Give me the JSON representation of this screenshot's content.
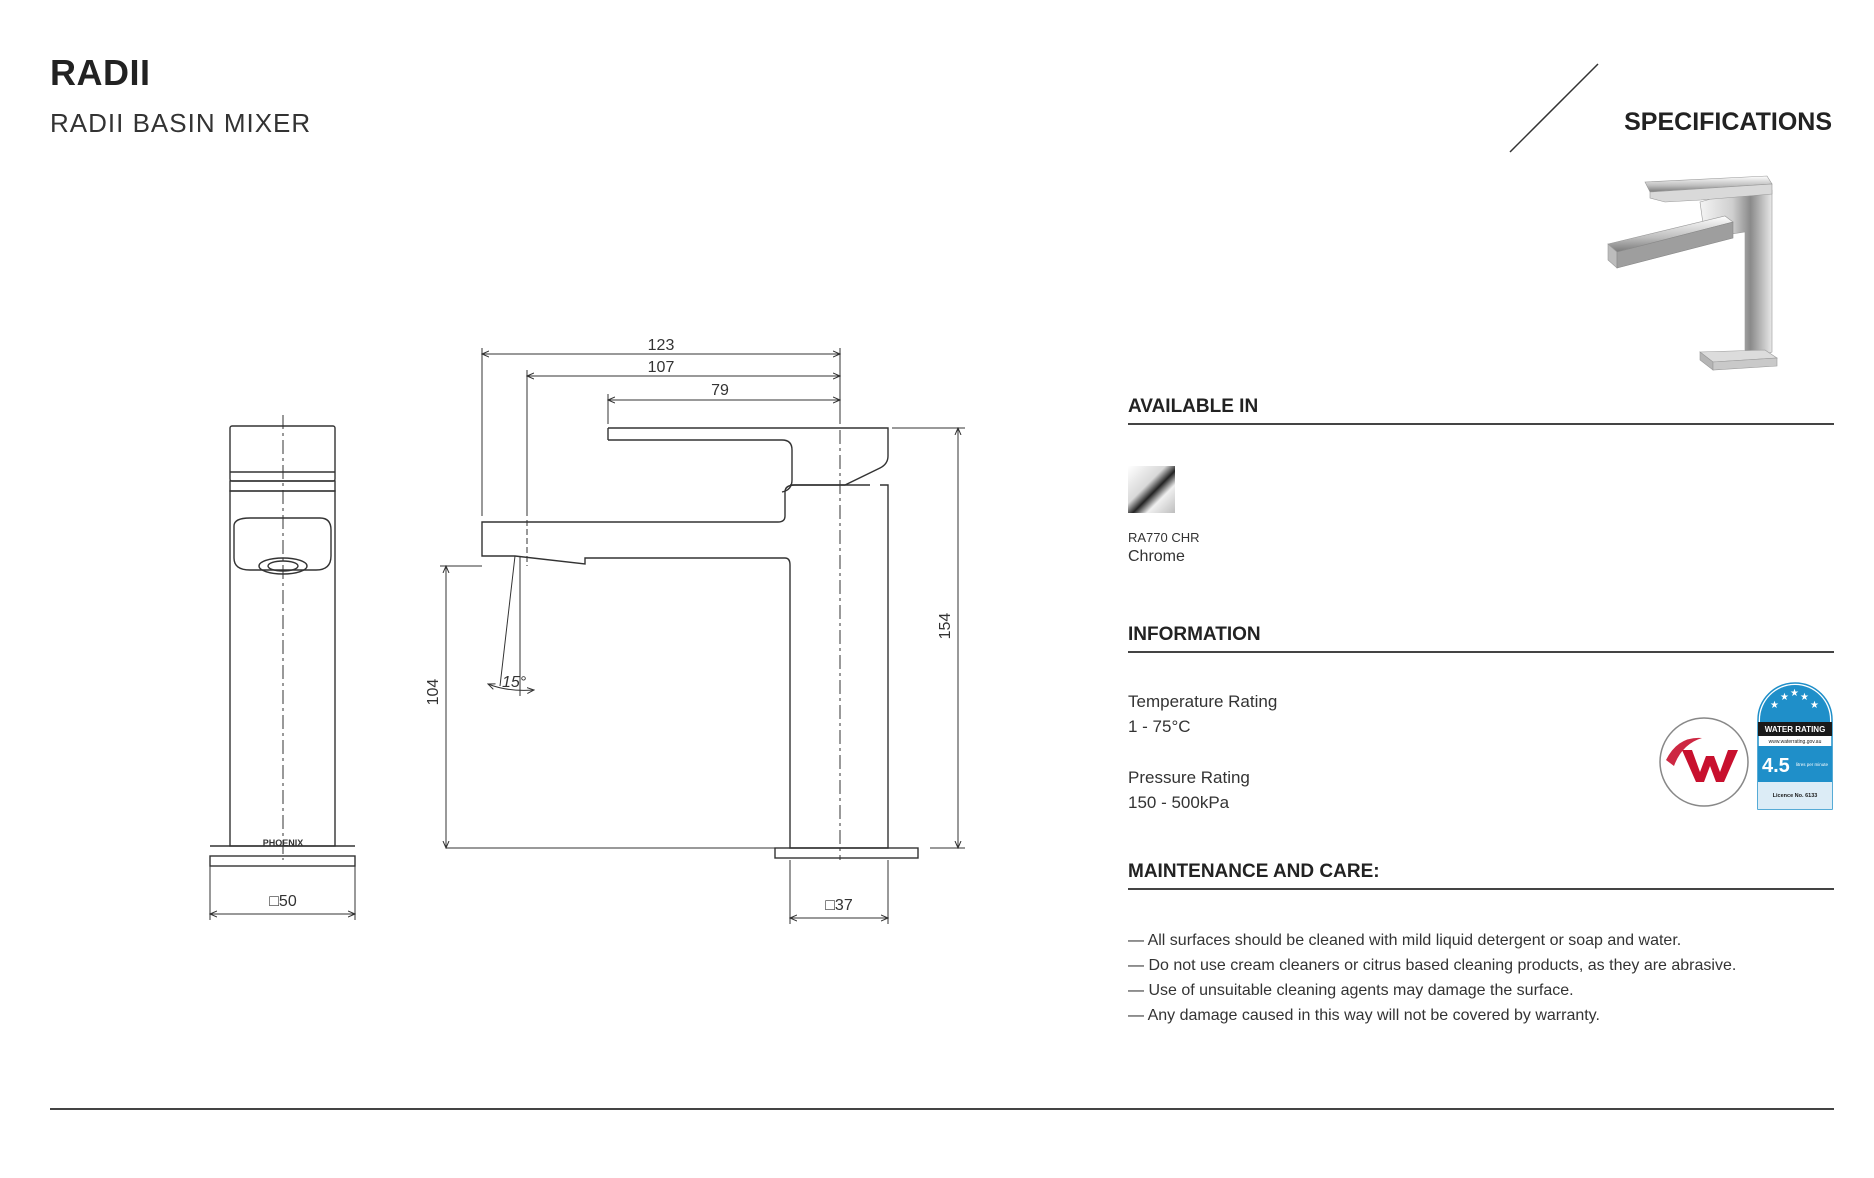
{
  "header": {
    "brand": "RADII",
    "product_name": "RADII BASIN MIXER",
    "section": "SPECIFICATIONS"
  },
  "drawing": {
    "dimensions": {
      "spout_reach_overall": "123",
      "spout_reach_107": "107",
      "spout_reach_79": "79",
      "overall_height": "154",
      "spout_height": "104",
      "spout_angle": "15°",
      "base_square": "□50",
      "body_square": "□37"
    },
    "brand_mark": "PHOENIX"
  },
  "available_in": {
    "title": "AVAILABLE IN",
    "finishes": [
      {
        "code": "RA770 CHR",
        "name": "Chrome"
      }
    ]
  },
  "information": {
    "title": "INFORMATION",
    "temperature_label": "Temperature Rating",
    "temperature_value": "1 - 75°C",
    "pressure_label": "Pressure Rating",
    "pressure_value": "150 - 500kPa"
  },
  "badges": {
    "watermark_icon": "watermark-w-logo",
    "water_rating": {
      "heading": "WATER RATING",
      "url": "www.waterrating.gov.au",
      "stars_value": "4.5",
      "unit": "litres per minute",
      "license": "Licence No. 6133"
    }
  },
  "maintenance": {
    "title": "MAINTENANCE AND CARE:",
    "items": [
      "— All surfaces should be cleaned with mild liquid detergent or soap and water.",
      "— Do not use cream cleaners or citrus based cleaning products, as they are abrasive.",
      "— Use of unsuitable cleaning agents may damage the surface.",
      "— Any damage caused in this way will not be covered by warranty."
    ]
  },
  "colors": {
    "text": "#222222",
    "rule": "#444444",
    "watermark_red": "#c8102e",
    "water_rating_blue": "#1f8fc9"
  }
}
